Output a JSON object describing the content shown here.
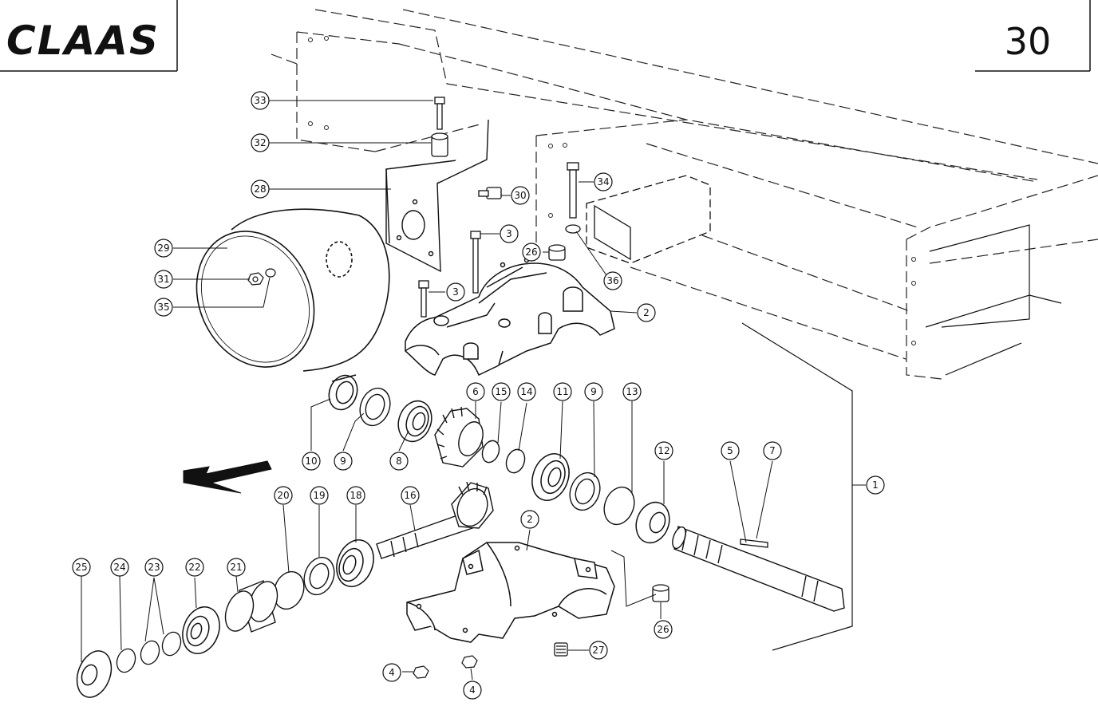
{
  "header": {
    "brand": "CLAAS",
    "page_number": "30"
  },
  "colors": {
    "ink": "#111111",
    "paper": "#ffffff"
  },
  "callouts": [
    {
      "id": "c33",
      "label": "33"
    },
    {
      "id": "c32",
      "label": "32"
    },
    {
      "id": "c28",
      "label": "28"
    },
    {
      "id": "c30",
      "label": "30"
    },
    {
      "id": "c34",
      "label": "34"
    },
    {
      "id": "c3a",
      "label": "3"
    },
    {
      "id": "c26a",
      "label": "26"
    },
    {
      "id": "c29",
      "label": "29"
    },
    {
      "id": "c31",
      "label": "31"
    },
    {
      "id": "c35",
      "label": "35"
    },
    {
      "id": "c3b",
      "label": "3"
    },
    {
      "id": "c36",
      "label": "36"
    },
    {
      "id": "c2a",
      "label": "2"
    },
    {
      "id": "c6",
      "label": "6"
    },
    {
      "id": "c15",
      "label": "15"
    },
    {
      "id": "c14",
      "label": "14"
    },
    {
      "id": "c11",
      "label": "11"
    },
    {
      "id": "c9a",
      "label": "9"
    },
    {
      "id": "c13",
      "label": "13"
    },
    {
      "id": "c10",
      "label": "10"
    },
    {
      "id": "c9b",
      "label": "9"
    },
    {
      "id": "c8",
      "label": "8"
    },
    {
      "id": "c12",
      "label": "12"
    },
    {
      "id": "c5",
      "label": "5"
    },
    {
      "id": "c7",
      "label": "7"
    },
    {
      "id": "c1",
      "label": "1"
    },
    {
      "id": "c20",
      "label": "20"
    },
    {
      "id": "c19",
      "label": "19"
    },
    {
      "id": "c18",
      "label": "18"
    },
    {
      "id": "c16",
      "label": "16"
    },
    {
      "id": "c2b",
      "label": "2"
    },
    {
      "id": "c25",
      "label": "25"
    },
    {
      "id": "c24",
      "label": "24"
    },
    {
      "id": "c23",
      "label": "23"
    },
    {
      "id": "c22",
      "label": "22"
    },
    {
      "id": "c21",
      "label": "21"
    },
    {
      "id": "c26b",
      "label": "26"
    },
    {
      "id": "c27",
      "label": "27"
    },
    {
      "id": "c4a",
      "label": "4"
    },
    {
      "id": "c4b",
      "label": "4"
    }
  ]
}
